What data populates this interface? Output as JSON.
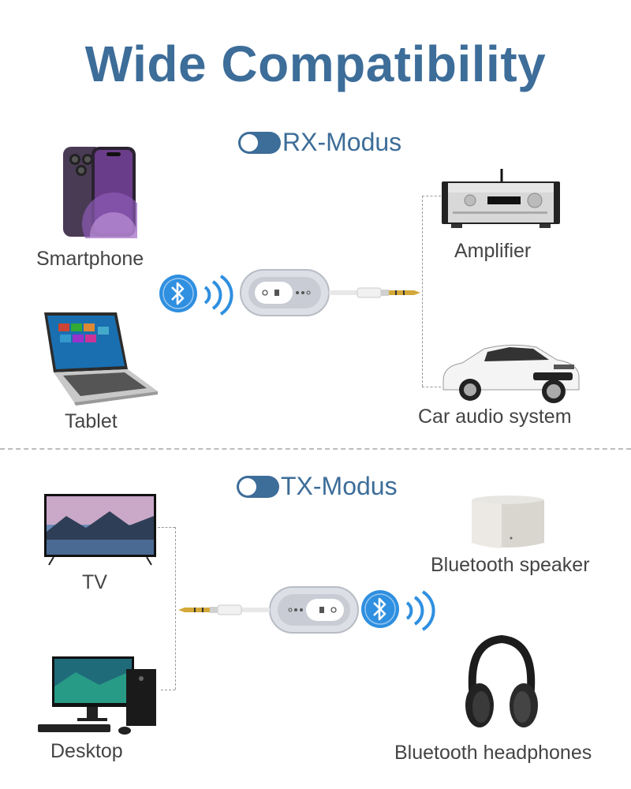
{
  "title": "Wide Compatibility",
  "rx": {
    "mode_label": "RX-Modus",
    "devices": {
      "smartphone": "Smartphone",
      "tablet": "Tablet",
      "amplifier": "Amplifier",
      "car": "Car audio system"
    }
  },
  "tx": {
    "mode_label": "TX-Modus",
    "devices": {
      "tv": "TV",
      "desktop": "Desktop",
      "speaker": "Bluetooth speaker",
      "headphones": "Bluetooth headphones"
    }
  },
  "colors": {
    "brand": "#3d6d99",
    "bluetooth": "#2f8fe0"
  }
}
